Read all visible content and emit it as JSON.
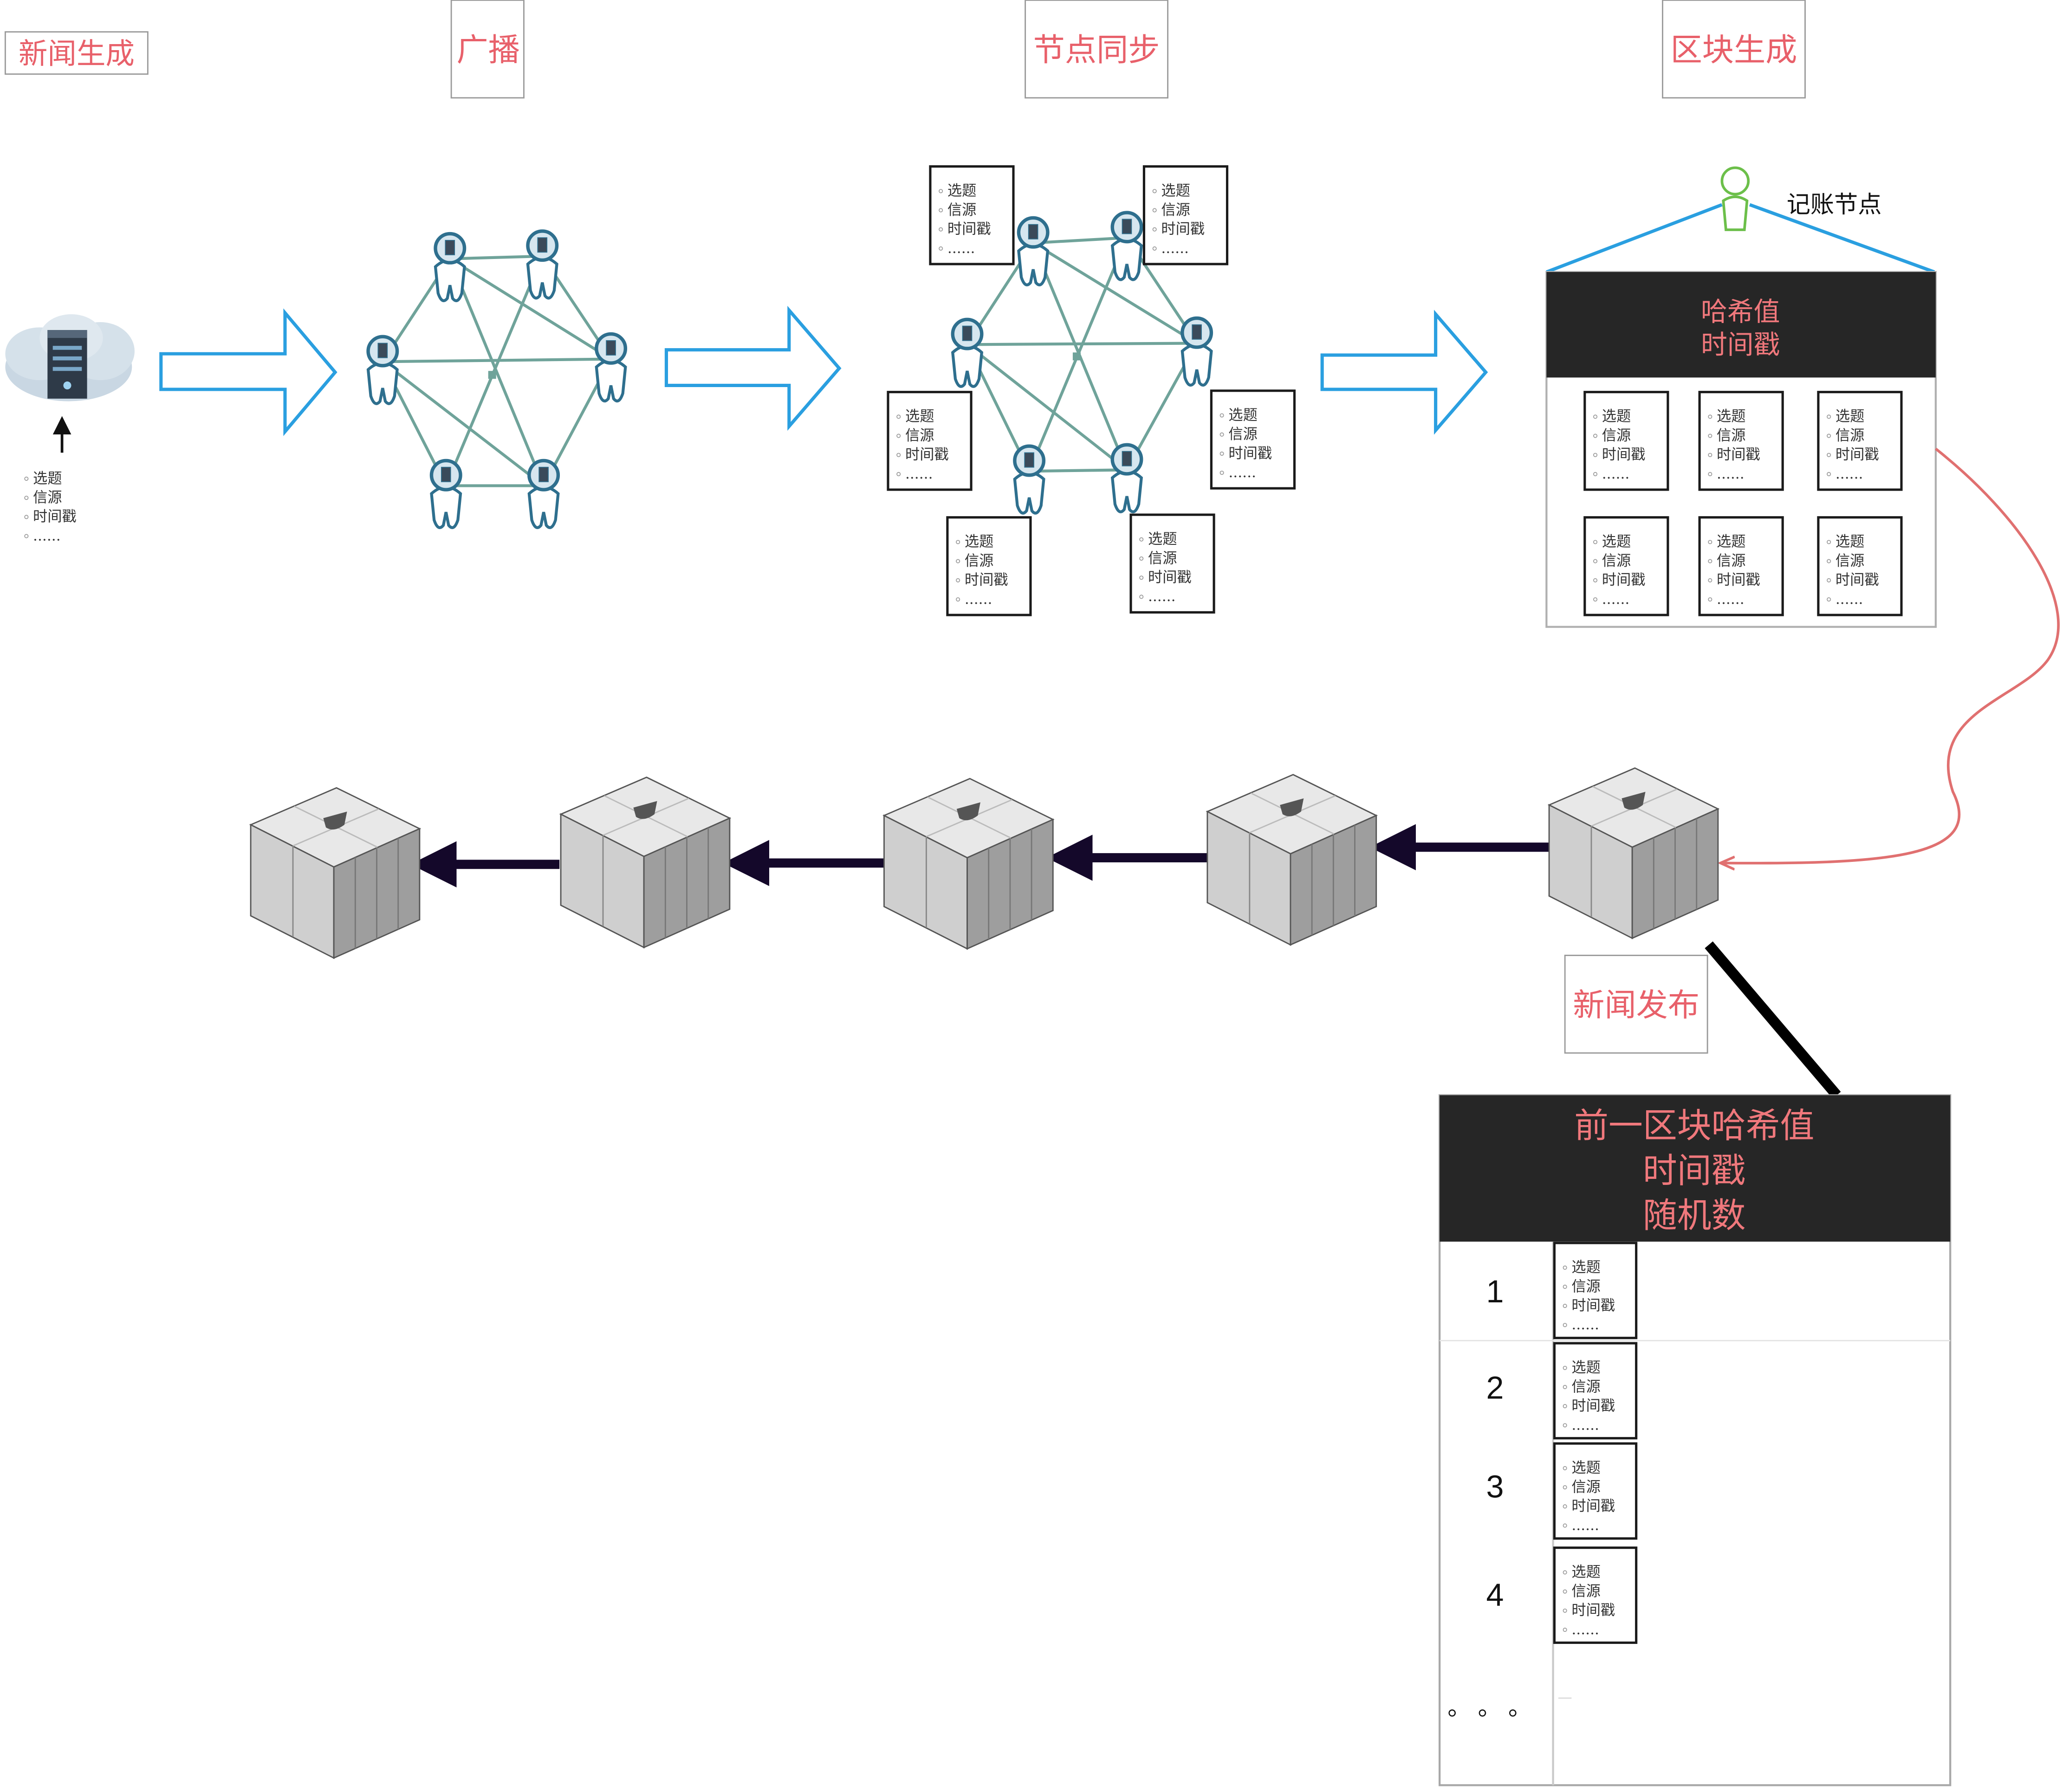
{
  "stages": {
    "news_generation": "新闻生成",
    "broadcast": "广播",
    "node_sync": "节点同步",
    "block_generation": "区块生成",
    "news_release": "新闻发布"
  },
  "news_item": {
    "fields": [
      "选题",
      "信源",
      "时间戳",
      "......"
    ]
  },
  "block_header": {
    "line1": "哈希值",
    "line2": "时间戳"
  },
  "accounting_node_label": "记账节点",
  "block_detail": {
    "header_lines": [
      "前一区块哈希值",
      "时间戳",
      "随机数"
    ],
    "row_numbers": [
      "1",
      "2",
      "3",
      "4"
    ],
    "ellipsis": "。 。 。"
  },
  "colors": {
    "title_red": "#e8606a",
    "arrow_blue": "#2a9fe0",
    "edge_teal": "#6fa39a",
    "node_blue": "#2e6f8e",
    "curve_red": "#e07070",
    "chain_arrow": "#14082a",
    "dark_header": "#262626",
    "accounting_node_green": "#6cbf4a"
  },
  "icons": {
    "server_cloud": "server-cloud-icon",
    "user_node": "user-node-icon",
    "server_block": "server-block-icon"
  }
}
